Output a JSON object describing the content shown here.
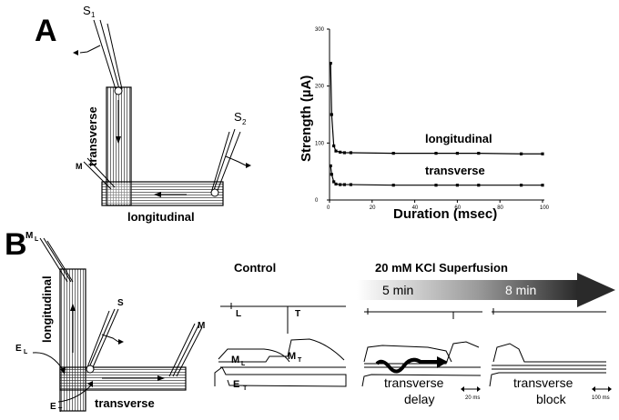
{
  "panel_a": {
    "letter": "A",
    "diagram": {
      "s1": "S",
      "s1_sub": "1",
      "s2": "S",
      "s2_sub": "2",
      "m": "M",
      "transverse": "transverse",
      "longitudinal": "longitudinal"
    },
    "chart_data": {
      "type": "line",
      "xlabel": "Duration (msec)",
      "ylabel": "Strength (µA)",
      "xlim": [
        0,
        100
      ],
      "ylim": [
        0,
        300
      ],
      "x_ticks": [
        "0",
        "20",
        "40",
        "60",
        "80",
        "100"
      ],
      "y_ticks": [
        "0",
        "100",
        "200",
        "300"
      ],
      "grid": false,
      "series": [
        {
          "name": "longitudinal",
          "x": [
            0.5,
            1,
            2,
            3,
            5,
            7,
            10,
            30,
            50,
            60,
            70,
            90,
            100
          ],
          "y": [
            240,
            150,
            95,
            86,
            84,
            83,
            83,
            82,
            82,
            82,
            82,
            81,
            81
          ]
        },
        {
          "name": "transverse",
          "x": [
            0.5,
            1,
            2,
            3,
            5,
            7,
            10,
            30,
            50,
            60,
            70,
            90,
            100
          ],
          "y": [
            60,
            45,
            32,
            28,
            27,
            27,
            27,
            26,
            26,
            26,
            26,
            26,
            26
          ]
        }
      ]
    }
  },
  "panel_b": {
    "letter": "B",
    "diagram": {
      "ml": "M",
      "ml_sub": "L",
      "s": "S",
      "el": "E",
      "el_sub": "L",
      "et": "E",
      "et_sub": "T",
      "mt_partial": "M",
      "longitudinal": "longitudinal",
      "transverse": "transverse"
    },
    "control_title": "Control",
    "kcl_title": "20 mM KCl Superfusion",
    "time_5": "5 min",
    "time_8": "8 min",
    "trace_l": "L",
    "trace_t": "T",
    "trace_ml": "M",
    "trace_ml_sub": "L",
    "trace_mt": "M",
    "trace_mt_sub": "T",
    "trace_et": "E",
    "trace_et_sub": "T",
    "delay_line1": "transverse",
    "delay_line2": "delay",
    "block_line1": "transverse",
    "block_line2": "block",
    "scale_20": "20 ms",
    "scale_100": "100 ms",
    "colors": {
      "ink": "#000000",
      "arrow_start": "#ffffff",
      "arrow_end": "#2a2a2a"
    }
  }
}
